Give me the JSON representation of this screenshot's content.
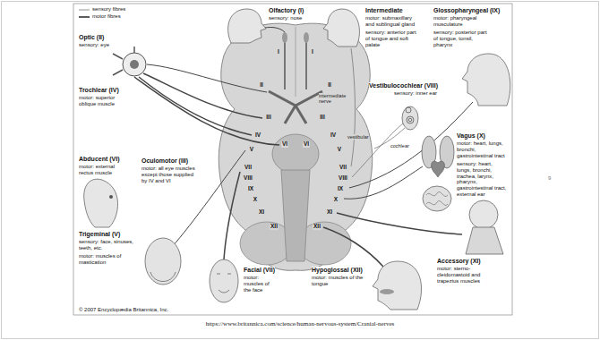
{
  "diagram": {
    "labels": [
      "Olfactory (I)",
      "sensory: nose",
      "Intermediate",
      "motor: submaxillary and sublingual gland",
      "sensory: anterior part of tongue and soft palate",
      "Glossopharyngeal (IX)",
      "motor: pharyngeal musculature",
      "sensory: posterior part of tongue, tonsil, pharynx",
      "Optic (II)",
      "sensory: eye",
      "Trochlear (IV)",
      "motor: superior oblique muscle",
      "Vestibulocochlear (VIII)",
      "sensory: inner ear",
      "intermediate nerve",
      "vestibular",
      "cochlear",
      "Vagus (X)",
      "motor: heart, lungs, bronchi, gastrointestinal tract",
      "sensory: heart, lungs, bronchi, trachea, larynx, pharynx, gastrointestinal tract, external ear",
      "Abducent (VI)",
      "motor: external rectus muscle",
      "Oculomotor (III)",
      "motor: all eye muscles except those supplied by IV and VI",
      "Trigeminal (V)",
      "sensory: face, sinuses, teeth, etc.",
      "motor: muscles of mastication",
      "Facial (VII)",
      "motor: muscles of the face",
      "Hypoglossal (XII)",
      "motor: muscles of the tongue",
      "Accessory (XI)",
      "motor: sterno-cleidomastoid and trapezius muscles",
      "© 2007 Encyclopædia Britannica, Inc.",
      "I",
      "I",
      "II",
      "II",
      "III",
      "III",
      "IV",
      "IV",
      "V",
      "V",
      "VI",
      "VI",
      "VII",
      "VII",
      "VIII",
      "VIII",
      "IX",
      "IX",
      "X",
      "X",
      "XI",
      "XI",
      "XII",
      "XII",
      "9",
      "https://www.britannica.com/science/human-nervous-system/Cranial-nerves"
    ],
    "legend": [
      {
        "text": "sensory fibres"
      },
      {
        "text": "motor fibres"
      }
    ]
  }
}
